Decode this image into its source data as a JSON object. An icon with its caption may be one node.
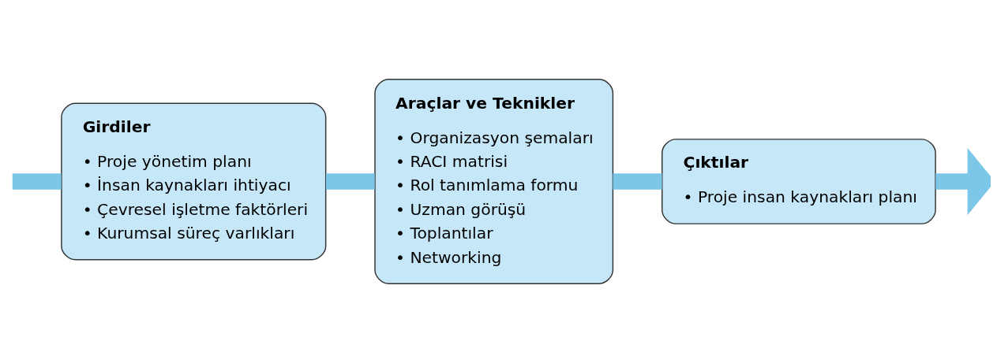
{
  "diagram": {
    "nodes": [
      {
        "text": [
          "Girdiler",
          "• Proje yönetim planı",
          "• İnsan kaynakları ihtiyacı",
          "• Çevresel işletme faktörleri",
          "• Kurumsal süreç varlıkları"
        ]
      },
      {
        "text": [
          "Araçlar ve Teknikler",
          "• Organizasyon şemaları",
          "• RACI matrisi",
          "• Rol tanımlama formu",
          "• Uzman görüşü",
          "• Toplantılar",
          "• Networking"
        ]
      },
      {
        "text": [
          "Çıktılar",
          "• Proje insan kaynakları planı"
        ]
      }
    ],
    "edges": [
      {
        "from": null,
        "to": 0,
        "arrow": "none"
      },
      {
        "from": 0,
        "to": 1,
        "arrow": "none"
      },
      {
        "from": 1,
        "to": 2,
        "arrow": "none"
      },
      {
        "from": 2,
        "to": null,
        "arrow": "to"
      }
    ]
  }
}
